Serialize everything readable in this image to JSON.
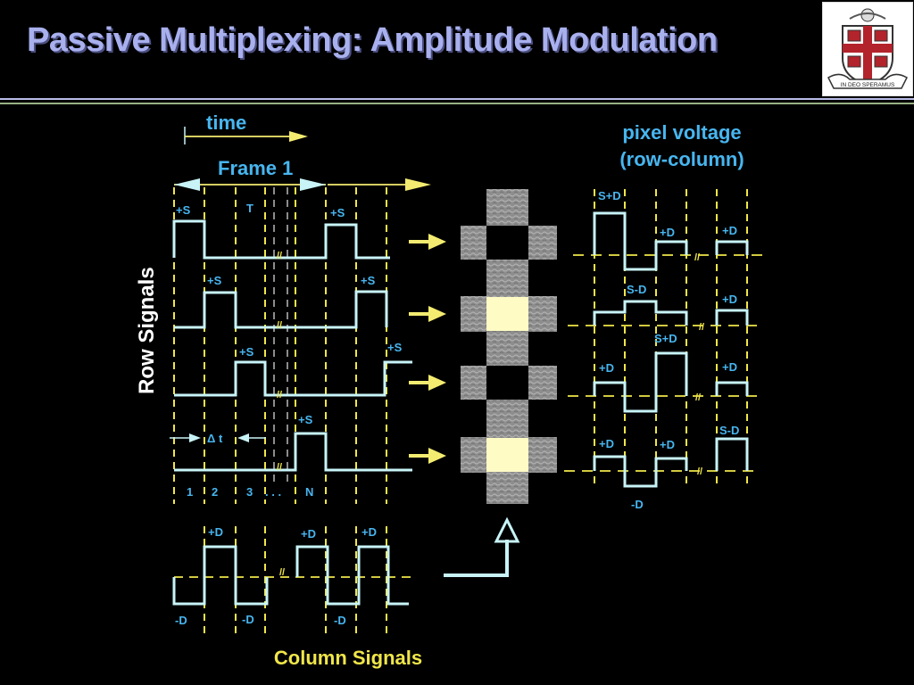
{
  "title": "Passive Multiplexing: Amplitude Modulation",
  "crest": {
    "motto": "IN DEO SPERAMUS"
  },
  "labels": {
    "time": "time",
    "frame": "Frame 1",
    "row_signals": "Row Signals",
    "column_signals": "Column Signals",
    "pixel_voltage_1": "pixel voltage",
    "pixel_voltage_2": "(row-column)",
    "period": "T",
    "delta_t": "Δ t",
    "break": "//",
    "slots": [
      "1",
      "2",
      "3",
      ". . .",
      "N"
    ]
  },
  "row_signal_labels": [
    "+S",
    "+S",
    "+S",
    "+S",
    "+S",
    "+S",
    "+S"
  ],
  "column_signal_labels": [
    "+D",
    "+D",
    "+D",
    "-D",
    "-D",
    "-D"
  ],
  "pixel_labels": [
    "S+D",
    "+D",
    "+D",
    "S-D",
    "+D",
    "S+D",
    "+D",
    "+D",
    "+D",
    "+D",
    "S-D",
    "-D"
  ],
  "colors": {
    "title": "#a9b0ee",
    "accent_text": "#47b6f0",
    "signal": "#c8f4f8",
    "dashed": "#f0e64a",
    "arrow": "#f4ec70",
    "pixel_on": "#fffbc4",
    "pixel_off": "#000000",
    "pixel_gray": "#8a8a8a",
    "divider": "#b9bce8"
  }
}
